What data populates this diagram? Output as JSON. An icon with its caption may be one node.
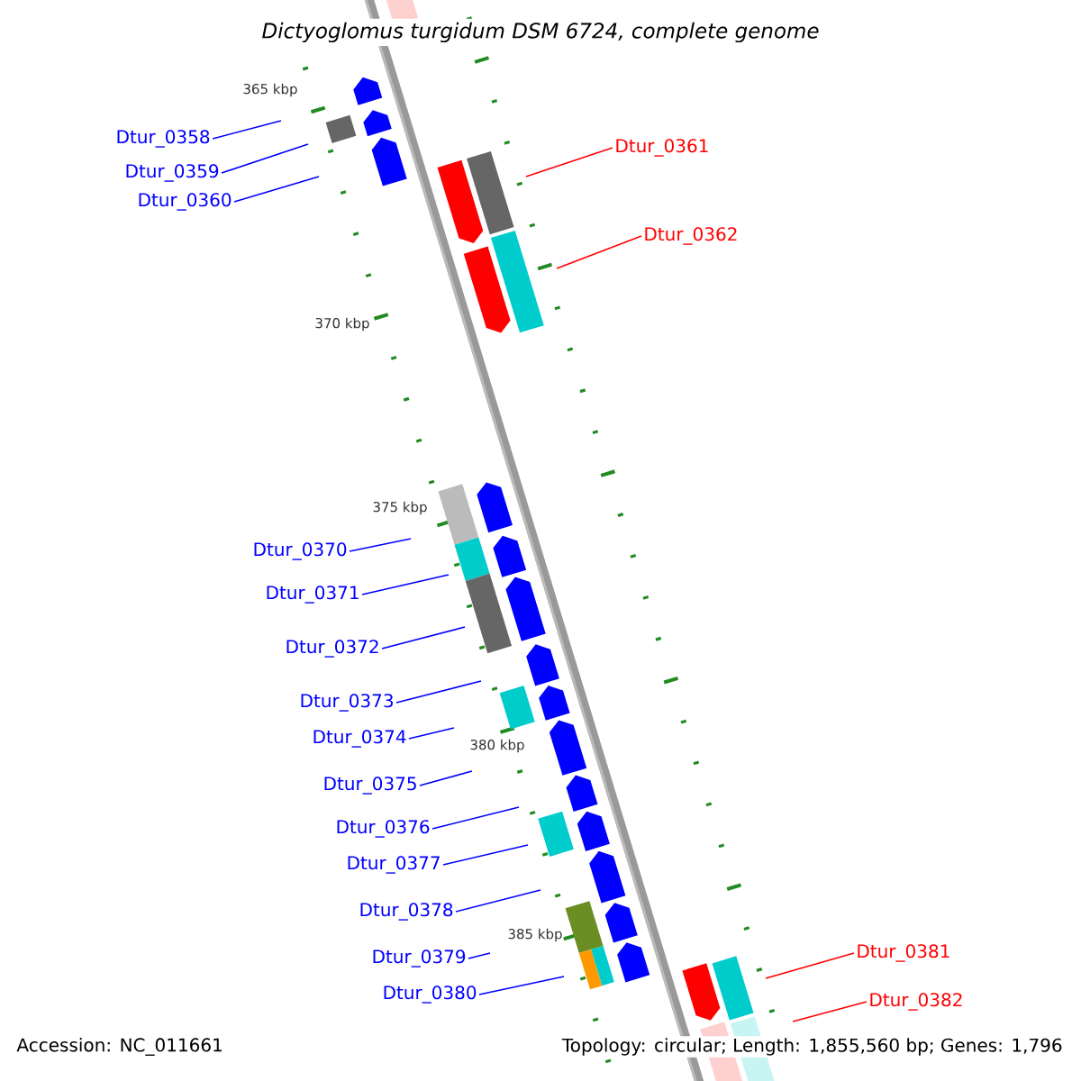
{
  "diagram": {
    "title": "Dictyoglomus turgidum DSM 6724, complete genome",
    "nodes": [
      {
        "text": [
          "Dtur_0358"
        ]
      },
      {
        "text": [
          "Dtur_0359"
        ]
      },
      {
        "text": [
          "Dtur_0360"
        ]
      },
      {
        "text": [
          "Dtur_0361"
        ]
      },
      {
        "text": [
          "Dtur_0362"
        ]
      },
      {
        "text": [
          "Dtur_0370"
        ]
      },
      {
        "text": [
          "Dtur_0371"
        ]
      },
      {
        "text": [
          "Dtur_0372"
        ]
      },
      {
        "text": [
          "Dtur_0373"
        ]
      },
      {
        "text": [
          "Dtur_0374"
        ]
      },
      {
        "text": [
          "Dtur_0375"
        ]
      },
      {
        "text": [
          "Dtur_0376"
        ]
      },
      {
        "text": [
          "Dtur_0377"
        ]
      },
      {
        "text": [
          "Dtur_0378"
        ]
      },
      {
        "text": [
          "Dtur_0379"
        ]
      },
      {
        "text": [
          "Dtur_0380"
        ]
      },
      {
        "text": [
          "Dtur_0381"
        ]
      },
      {
        "text": [
          "Dtur_0382"
        ]
      }
    ],
    "edges": [
      {
        "from": 0,
        "to": null,
        "arrow": "none"
      },
      {
        "from": 1,
        "to": null,
        "arrow": "none"
      },
      {
        "from": 2,
        "to": null,
        "arrow": "none"
      },
      {
        "from": 3,
        "to": null,
        "arrow": "none",
        "color": "#ff0000"
      },
      {
        "from": 4,
        "to": null,
        "arrow": "none",
        "color": "#ff0000"
      },
      {
        "from": 5,
        "to": null,
        "arrow": "none"
      },
      {
        "from": 6,
        "to": null,
        "arrow": "none"
      },
      {
        "from": 7,
        "to": null,
        "arrow": "none"
      },
      {
        "from": 8,
        "to": null,
        "arrow": "none"
      },
      {
        "from": 9,
        "to": null,
        "arrow": "none"
      },
      {
        "from": 10,
        "to": null,
        "arrow": "none"
      },
      {
        "from": 11,
        "to": null,
        "arrow": "none"
      },
      {
        "from": 12,
        "to": null,
        "arrow": "none"
      },
      {
        "from": 13,
        "to": null,
        "arrow": "none"
      },
      {
        "from": 14,
        "to": null,
        "arrow": "none"
      },
      {
        "from": 15,
        "to": null,
        "arrow": "none"
      },
      {
        "from": 16,
        "to": null,
        "arrow": "none",
        "color": "#ff0000"
      },
      {
        "from": 17,
        "to": null,
        "arrow": "none",
        "color": "#ff0000"
      }
    ],
    "labels": [
      "365 kbp",
      "370 kbp",
      "375 kbp",
      "380 kbp",
      "385 kbp",
      "Accession: NC_011661",
      "Topology: circular; Length: 1,855,560 bp; Genes: 1,796"
    ]
  }
}
